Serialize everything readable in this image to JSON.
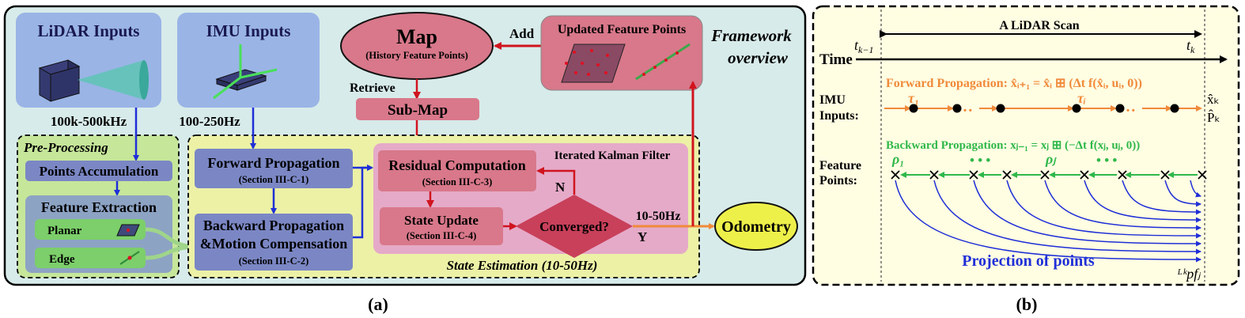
{
  "panel_a": {
    "caption": "(a)",
    "framework_overview_1": "Framework",
    "framework_overview_2": "overview",
    "lidar_inputs": "LiDAR Inputs",
    "imu_inputs": "IMU Inputs",
    "lidar_rate": "100k-500kHz",
    "imu_rate": "100-250Hz",
    "map_title": "Map",
    "map_subtitle": "(History Feature Points)",
    "add_label": "Add",
    "updated_feature_points": "Updated Feature Points",
    "retrieve_label": "Retrieve",
    "sub_map": "Sub-Map",
    "pre_processing": "Pre-Processing",
    "points_accumulation": "Points Accumulation",
    "feature_extraction": "Feature Extraction",
    "planar": "Planar",
    "edge": "Edge",
    "forward_propagation": "Forward Propagation",
    "forward_section": "(Section III-C-1)",
    "backward_propagation_1": "Backward Propagation",
    "backward_propagation_2": "&Motion Compensation",
    "backward_section": "(Section III-C-2)",
    "residual_computation": "Residual Computation",
    "residual_section": "(Section III-C-3)",
    "iterated_kalman_filter": "Iterated Kalman Filter",
    "n_label": "N",
    "state_update": "State Update",
    "state_update_section": "(Section III-C-4)",
    "converged": "Converged?",
    "y_label": "Y",
    "odometry_rate": "10-50Hz",
    "odometry": "Odometry",
    "state_estimation": "State Estimation (10-50Hz)"
  },
  "panel_b": {
    "caption": "(b)",
    "lidar_scan": "A LiDAR Scan",
    "time_label": "Time",
    "t_km1": "t",
    "t_km1_sub": "k−1",
    "t_k": "t",
    "t_k_sub": "k",
    "imu_label_1": "IMU",
    "imu_label_2": "Inputs:",
    "forward_propagation": "Forward Propagation:",
    "forward_formula": "x̂ᵢ₊₁ = x̂ᵢ ⊞ (Δt f(x̂ᵢ, uᵢ, 0))",
    "tau_1": "τ₁",
    "tau_i": "τᵢ",
    "x_hat_k": "x̂ₖ",
    "p_hat_k": "P̂ₖ",
    "backward_propagation": "Backward Propagation:",
    "backward_formula": "xⱼ₋₁ = xⱼ ⊞ (−Δt f(xⱼ, uⱼ, 0))",
    "feature_label_1": "Feature",
    "feature_label_2": "Points:",
    "rho_1": "ρ₁",
    "rho_j": "ρⱼ",
    "ellipsis": "• • •",
    "projection": "Projection of points",
    "lk_p_fj": "ᴸᵏpfⱼ"
  },
  "colors": {
    "orange": "#f08a3a",
    "green": "#2fb84a",
    "blue": "#1f2fd8",
    "red": "#d0141f"
  }
}
